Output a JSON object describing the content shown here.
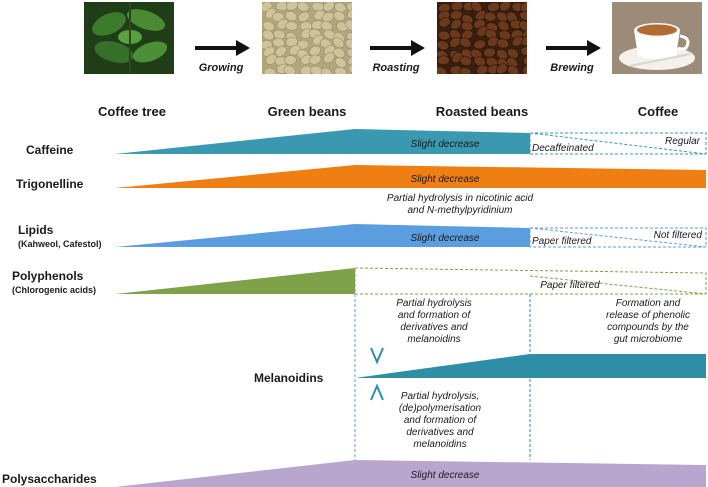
{
  "stages": {
    "coffee_tree": "Coffee tree",
    "green_beans": "Green beans",
    "roasted_beans": "Roasted beans",
    "coffee": "Coffee"
  },
  "steps": {
    "growing": "Growing",
    "roasting": "Roasting",
    "brewing": "Brewing"
  },
  "rows": {
    "caffeine": {
      "label": "Caffeine",
      "note": "Slight decrease",
      "branch_low": "Decaffeinated",
      "branch_high": "Regular"
    },
    "trigonelline": {
      "label": "Trigonelline",
      "note": "Slight decrease",
      "note2_line1": "Partial hydrolysis in nicotinic acid",
      "note2_line2": "and N-methylpyridinium"
    },
    "lipids": {
      "label": "Lipids",
      "sub": "(Kahweol, Cafestol)",
      "note": "Slight decrease",
      "branch_low": "Paper filtered",
      "branch_high": "Not filtered"
    },
    "polyphenols": {
      "label": "Polyphenols",
      "sub": "(Chlorogenic acids)",
      "branch": "Paper filtered"
    },
    "melanoidins": {
      "label": "Melanoidins"
    },
    "polysaccharides": {
      "label": "Polysaccharides",
      "note": "Slight decrease"
    }
  },
  "notes": {
    "polyphenol_hydrolysis": [
      "Partial hydrolysis",
      "and formation of",
      "derivatives and",
      "melanoidins"
    ],
    "phenolic_release": [
      "Formation and",
      "release of phenolic",
      "compounds by the",
      "gut microbiome"
    ],
    "polysaccharide_hydrolysis": [
      "Partial hydrolysis,",
      "(de)polymerisation",
      "and formation of",
      "derivatives and",
      "melanoidins"
    ]
  },
  "colors": {
    "caffeine": "#3a98b1",
    "trigonelline": "#ef7f12",
    "lipids": "#5a9ee0",
    "polyphenols": "#7ea24a",
    "melanoidins": "#2e8ea6",
    "polysaccharides": "#b9a6cf"
  }
}
